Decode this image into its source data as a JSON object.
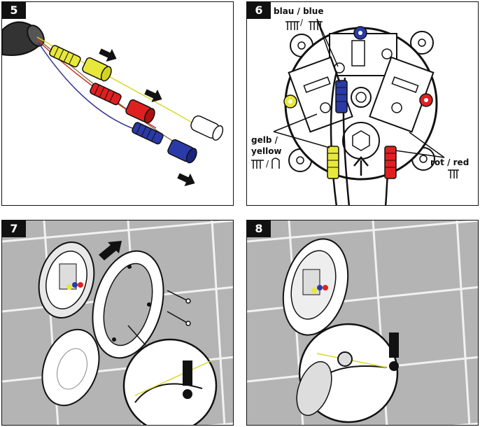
{
  "steps": [
    {
      "number": "5"
    },
    {
      "number": "6"
    },
    {
      "number": "7"
    },
    {
      "number": "8"
    }
  ],
  "labels": {
    "blue": "blau / blue",
    "yellow_line1": "gelb /",
    "yellow_line2": "yellow",
    "red": "rot / red"
  },
  "colors": {
    "yellow": "#e8e83a",
    "red": "#e02020",
    "blue": "#2a3aa8",
    "tile": "#b4b4b4",
    "grout": "#f2f2f2",
    "ink": "#111111"
  }
}
